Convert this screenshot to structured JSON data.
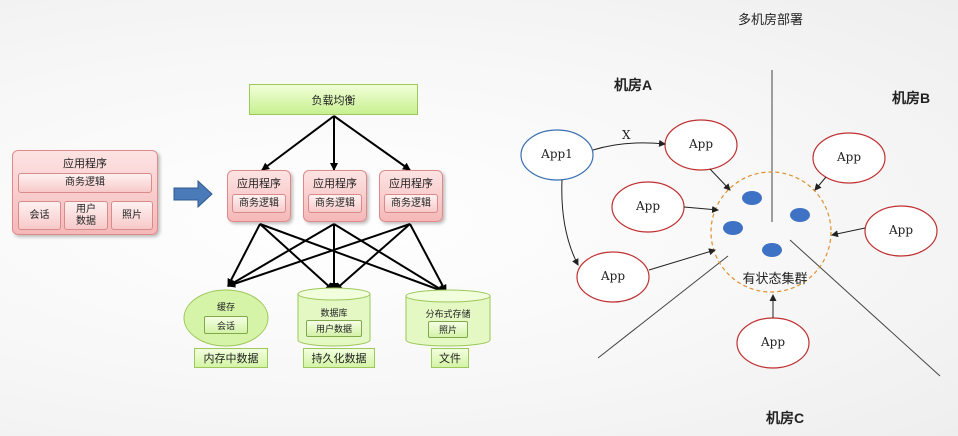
{
  "left": {
    "app_title": "应用程序",
    "business_logic": "商务逻辑",
    "session": "会话",
    "user_data": "用户\n数据",
    "photo": "照片"
  },
  "middle": {
    "load_balancer": "负载均衡",
    "app_title": "应用程序",
    "business_logic": "商务逻辑",
    "cache_title": "缓存",
    "cache_item": "会话",
    "db_title": "数据库",
    "db_item": "用户数据",
    "dfs_title": "分布式存储",
    "dfs_item": "照片",
    "label_memory": "内存中数据",
    "label_persistent": "持久化数据",
    "label_file": "文件"
  },
  "right": {
    "title": "多机房部署",
    "room_a": "机房A",
    "room_b": "机房B",
    "room_c": "机房C",
    "app1": "App1",
    "app": "App",
    "x_mark": "X",
    "cluster": "有状态集群"
  },
  "colors": {
    "pink_border": "#e08a8a",
    "green_border": "#9cc75a",
    "arrow_blue": "#4a7ab8",
    "dot_blue": "#3d72c4",
    "app_red": "#c03030",
    "app1_blue": "#3a6fb0",
    "cluster_orange": "#e09030"
  }
}
